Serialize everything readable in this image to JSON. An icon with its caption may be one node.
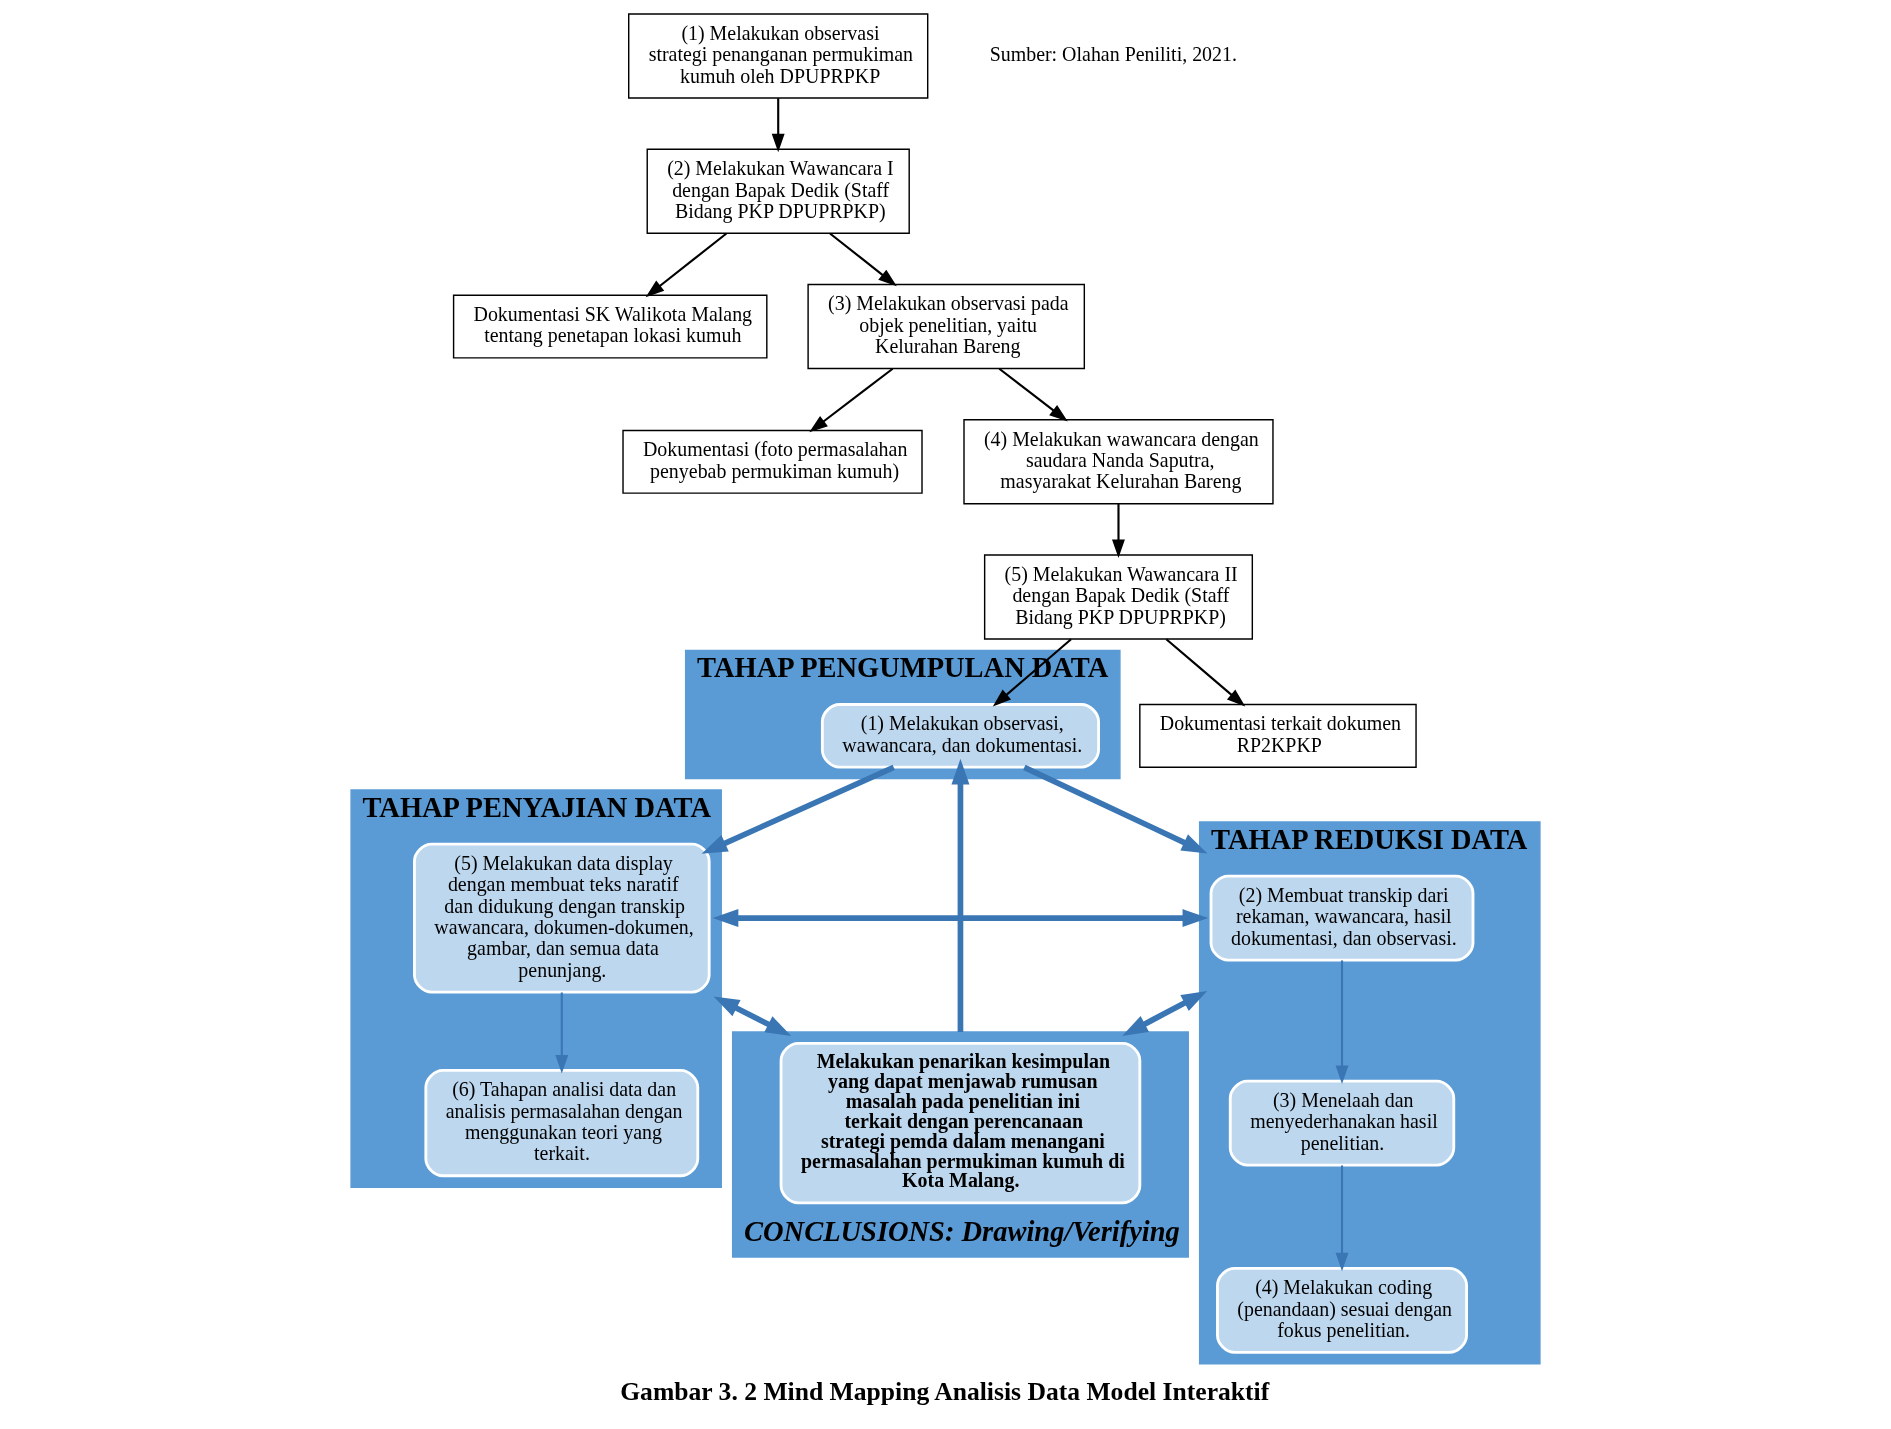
{
  "diagram": {
    "caption": "Gambar 3. 2 Mind Mapping Analisis Data Model Interaktif",
    "nodes": [
      {
        "text": [
          "TAHAP PENGUMPULAN DATA"
        ]
      },
      {
        "text": [
          "(1) Melakukan observasi, wawancara, dan dokumentasi."
        ],
        "in": 0
      },
      {
        "text": [
          "(1) Melakukan observasi strategi penanganan permukiman kumuh oleh DPUPRPKP"
        ]
      },
      {
        "text": [
          "Dokumentasi SK Walikota Malang tentang penetapan lokasi kumuh"
        ]
      },
      {
        "text": [
          "(2) Melakukan Wawancara I dengan Bapak Dedik (Staff Bidang PKP DPUPRPKP)"
        ]
      },
      {
        "text": [
          "Dokumentasi (foto permasalahan penyebab permukiman kumuh)"
        ]
      },
      {
        "text": [
          "(3) Melakukan observasi pada objek penelitian, yaitu Kelurahan Bareng"
        ]
      },
      {
        "text": [
          "Dokumentasi terkait dokumen RP2KPKP"
        ]
      },
      {
        "text": [
          "(5) Melakukan Wawancara II dengan Bapak Dedik (Staff Bidang PKP DPUPRPKP)"
        ]
      },
      {
        "text": [
          "(4) Melakukan wawancara dengan saudara Nanda Saputra, masyarakat Kelurahan Bareng"
        ]
      },
      {
        "text": [
          "TAHAP PENYAJIAN DATA"
        ]
      },
      {
        "text": [
          "(5) Melakukan data display dengan membuat teks naratif dan didukung dengan transkip wawancara, dokumen-dokumen, gambar, dan semua data penunjang."
        ],
        "in": 10
      },
      {
        "text": [
          "(6) Tahapan analisi data dan analisis permasalahan dengan menggunakan teori yang terkait."
        ],
        "in": 10
      },
      {
        "text": [
          "TAHAP REDUKSI DATA"
        ]
      },
      {
        "text": [
          "(2) Membuat transkip dari rekaman, wawancara, hasil dokumentasi, dan observasi."
        ],
        "in": 13
      },
      {
        "text": [
          "(3) Menelaah dan menyederhanakan hasil penelitian."
        ],
        "in": 13
      },
      {
        "text": [
          "(4) Melakukan coding (penandaan) sesuai dengan fokus penelitian."
        ],
        "in": 13
      },
      {
        "text": [
          "CONCLUSIONS: Drawing/Verifying"
        ]
      },
      {
        "text": [
          "Melakukan penarikan kesimpulan yang dapat menjawab rumusan masalah pada penelitian ini terkait dengan perencanaan strategi pemda dalam menangani permasalahan permukiman kumuh di Kota Malang."
        ],
        "in": 17
      }
    ],
    "edges": [
      {
        "from": 2,
        "to": 4,
        "arrow": "to",
        "color": "#000000"
      },
      {
        "from": 4,
        "to": 3,
        "arrow": "to",
        "color": "#000000"
      },
      {
        "from": 4,
        "to": 6,
        "arrow": "to",
        "color": "#000000"
      },
      {
        "from": 6,
        "to": 5,
        "arrow": "to",
        "color": "#000000"
      },
      {
        "from": 6,
        "to": 9,
        "arrow": "to",
        "color": "#000000"
      },
      {
        "from": 9,
        "to": 8,
        "arrow": "to",
        "color": "#000000"
      },
      {
        "from": 8,
        "to": 7,
        "arrow": "to",
        "color": "#000000"
      },
      {
        "from": 8,
        "to": 1,
        "arrow": "to",
        "color": "#000000"
      },
      {
        "from": 1,
        "to": 11,
        "arrow": "to",
        "style": "thick"
      },
      {
        "from": 1,
        "to": 13,
        "arrow": "to",
        "style": "thick"
      },
      {
        "from": 13,
        "to": 10,
        "arrow": "both",
        "style": "thick"
      },
      {
        "from": 11,
        "to": 12,
        "arrow": "to"
      },
      {
        "from": 14,
        "to": 15,
        "arrow": "to"
      },
      {
        "from": 15,
        "to": 16,
        "arrow": "to"
      },
      {
        "from": 10,
        "to": 17,
        "arrow": "both",
        "style": "thick"
      },
      {
        "from": 13,
        "to": 17,
        "arrow": "both",
        "style": "thick"
      },
      {
        "from": 17,
        "to": 1,
        "arrow": "to",
        "style": "thick"
      }
    ],
    "labels": [
      "Sumber: Olahan Peniliti, 2021."
    ]
  }
}
